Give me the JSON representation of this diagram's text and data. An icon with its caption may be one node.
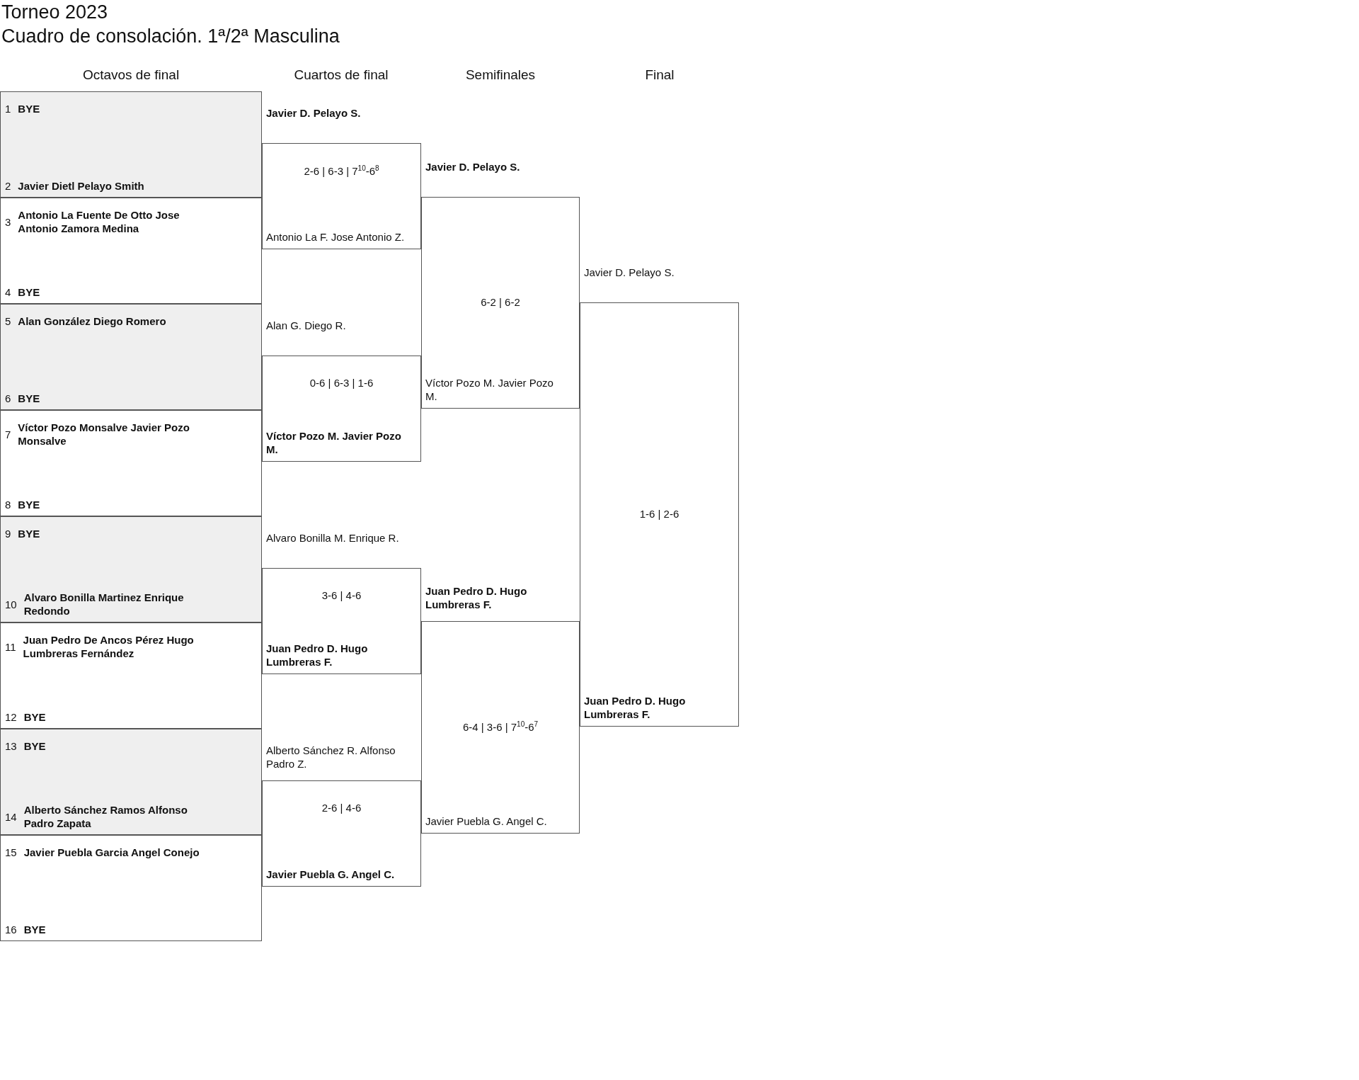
{
  "diagram": {
    "title": "Torneo 2023",
    "nodes": [
      {
        "text": [
          "1",
          "BYE",
          "2",
          "Javier Dietl Pelayo Smith"
        ]
      },
      {
        "text": [
          "3",
          "Antonio La Fuente De Otto Jose Antonio Zamora Medina",
          "4",
          "BYE"
        ]
      },
      {
        "text": [
          "5",
          "Alan González Diego Romero",
          "6",
          "BYE"
        ]
      },
      {
        "text": [
          "7",
          "Víctor Pozo Monsalve Javier Pozo Monsalve",
          "8",
          "BYE"
        ]
      },
      {
        "text": [
          "9",
          "BYE",
          "10",
          "Alvaro Bonilla Martinez Enrique Redondo"
        ]
      },
      {
        "text": [
          "11",
          "Juan Pedro De Ancos Pérez Hugo Lumbreras Fernández",
          "12",
          "BYE"
        ]
      },
      {
        "text": [
          "13",
          "BYE",
          "14",
          "Alberto Sánchez Ramos Alfonso Padro Zapata"
        ]
      },
      {
        "text": [
          "15",
          "Javier Puebla Garcia Angel Conejo",
          "16",
          "BYE"
        ]
      },
      {
        "text": [
          "**Javier D. Pelayo S.**",
          "2-6 | 6-3 | 7$^{10}$-6$^{8}$",
          "Antonio La F. Jose Antonio Z."
        ]
      },
      {
        "text": [
          "Alan G. Diego R.",
          "0-6 | 6-3 | 1-6",
          "**Víctor Pozo M. Javier Pozo M.**"
        ]
      },
      {
        "text": [
          "Alvaro Bonilla M. Enrique R.",
          "3-6 | 4-6",
          "**Juan Pedro D. Hugo Lumbreras F.**"
        ]
      },
      {
        "text": [
          "Alberto Sánchez R. Alfonso Padro Z.",
          "2-6 | 4-6",
          "**Javier Puebla G. Angel C.**"
        ]
      },
      {
        "text": [
          "**Javier D. Pelayo S.**",
          "6-2 | 6-2",
          "Víctor Pozo M. Javier Pozo M."
        ]
      },
      {
        "text": [
          "**Juan Pedro D. Hugo Lumbreras F.**",
          "6-4 | 3-6 | 7$^{10}$-6$^{7}$",
          "Javier Puebla G. Angel C."
        ]
      },
      {
        "text": [
          "Javier D. Pelayo S.",
          "1-6 | 2-6",
          "**Juan Pedro D. Hugo Lumbreras F.**"
        ]
      }
    ],
    "labels": [
      "Cuadro de consolación. 1ª/2ª Masculina",
      "Octavos de final",
      "Cuartos de final",
      "Semifinales",
      "Final"
    ]
  }
}
